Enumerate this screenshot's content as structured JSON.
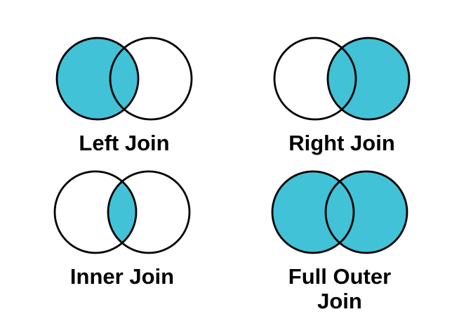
{
  "page": {
    "background": "#ffffff"
  },
  "colors": {
    "region_fill": "#41C2D6",
    "circle_stroke": "#000000",
    "label_text": "#000000"
  },
  "diagrams": [
    {
      "id": "left-join",
      "label": "Left Join",
      "regions": {
        "left": true,
        "intersection": true,
        "right": false
      }
    },
    {
      "id": "right-join",
      "label": "Right Join",
      "regions": {
        "left": false,
        "intersection": true,
        "right": true
      }
    },
    {
      "id": "inner-join",
      "label": "Inner Join",
      "regions": {
        "left": false,
        "intersection": true,
        "right": false
      }
    },
    {
      "id": "full-outer-join",
      "label": "Full Outer\nJoin",
      "regions": {
        "left": true,
        "intersection": true,
        "right": true
      }
    }
  ]
}
